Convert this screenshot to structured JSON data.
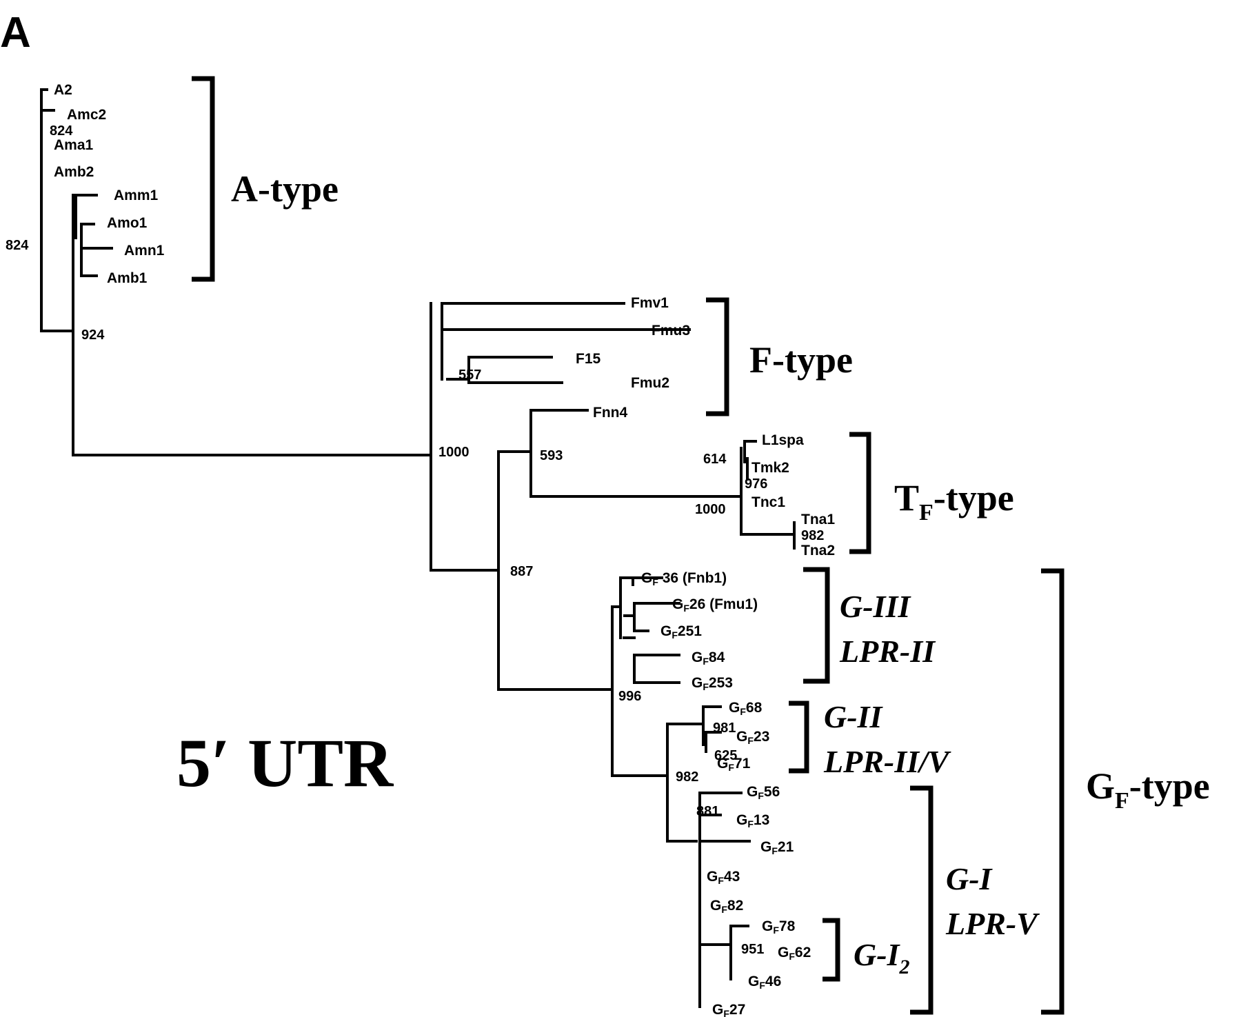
{
  "figure": {
    "panel_letter": "A",
    "region_label": "5′ UTR",
    "type": "phylogenetic tree (neighbor-joining, bootstrap values per 1000)"
  },
  "leaves": [
    {
      "id": "A2",
      "label": "A2"
    },
    {
      "id": "Amc2",
      "label": "Amc2"
    },
    {
      "id": "Ama1",
      "label": "Ama1"
    },
    {
      "id": "Amb2",
      "label": "Amb2"
    },
    {
      "id": "Amm1",
      "label": "Amm1"
    },
    {
      "id": "Amo1",
      "label": "Amo1"
    },
    {
      "id": "Amn1",
      "label": "Amn1"
    },
    {
      "id": "Amb1",
      "label": "Amb1"
    },
    {
      "id": "Fmv1",
      "label": "Fmv1"
    },
    {
      "id": "Fmu3",
      "label": "Fmu3"
    },
    {
      "id": "F15",
      "label": "F15"
    },
    {
      "id": "Fmu2",
      "label": "Fmu2"
    },
    {
      "id": "Fnn4",
      "label": "Fnn4"
    },
    {
      "id": "L1spa",
      "label": "L1spa"
    },
    {
      "id": "Tmk2",
      "label": "Tmk2"
    },
    {
      "id": "Tnc1",
      "label": "Tnc1"
    },
    {
      "id": "Tna1",
      "label": "Tna1"
    },
    {
      "id": "Tna2",
      "label": "Tna2"
    },
    {
      "id": "GF36",
      "prefix": "G",
      "sub": "F",
      "label": " 36 (Fnb1)"
    },
    {
      "id": "GF26",
      "prefix": "G",
      "sub": "F",
      "label": "26 (Fmu1)"
    },
    {
      "id": "GF251",
      "prefix": "G",
      "sub": "F",
      "label": "251"
    },
    {
      "id": "GF84",
      "prefix": "G",
      "sub": "F",
      "label": "84"
    },
    {
      "id": "GF253",
      "prefix": "G",
      "sub": "F",
      "label": "253"
    },
    {
      "id": "GF68",
      "prefix": "G",
      "sub": "F",
      "label": "68"
    },
    {
      "id": "GF23",
      "prefix": "G",
      "sub": "F",
      "label": "23"
    },
    {
      "id": "GF71",
      "prefix": "G",
      "sub": "F",
      "label": "71"
    },
    {
      "id": "GF56",
      "prefix": "G",
      "sub": "F",
      "label": "56"
    },
    {
      "id": "GF13",
      "prefix": "G",
      "sub": "F",
      "label": "13"
    },
    {
      "id": "GF21",
      "prefix": "G",
      "sub": "F",
      "label": "21"
    },
    {
      "id": "GF43",
      "prefix": "G",
      "sub": "F",
      "label": "43"
    },
    {
      "id": "GF82",
      "prefix": "G",
      "sub": "F",
      "label": "82"
    },
    {
      "id": "GF78",
      "prefix": "G",
      "sub": "F",
      "label": "78"
    },
    {
      "id": "GF62",
      "prefix": "G",
      "sub": "F",
      "label": "62"
    },
    {
      "id": "GF46",
      "prefix": "G",
      "sub": "F",
      "label": "46"
    },
    {
      "id": "GF27",
      "prefix": "G",
      "sub": "F",
      "label": "27"
    }
  ],
  "bootstrap_values": [
    {
      "id": "b824a",
      "value": "824",
      "node": "A2/Amc2/Ama1/Amb2 clade"
    },
    {
      "id": "b824b",
      "value": "824",
      "node": "A-type outer clade"
    },
    {
      "id": "b924",
      "value": "924",
      "node": "Amm1/Amo1/Amn1/Amb1 clade"
    },
    {
      "id": "b557",
      "value": "557",
      "node": "F15/Fmu2"
    },
    {
      "id": "b1000a",
      "value": "1000",
      "node": "non-A clade root"
    },
    {
      "id": "b593",
      "value": "593",
      "node": "Fnn4 + TF-type"
    },
    {
      "id": "b614",
      "value": "614",
      "node": "L1spa/Tmk2/Tnc1"
    },
    {
      "id": "b976",
      "value": "976",
      "node": "Tmk2/Tnc1"
    },
    {
      "id": "b1000b",
      "value": "1000",
      "node": "TF-type"
    },
    {
      "id": "b982a",
      "value": "982",
      "node": "Tna1/Tna2"
    },
    {
      "id": "b887",
      "value": "887",
      "node": "TF + GF clade"
    },
    {
      "id": "b996",
      "value": "996",
      "node": "GF-type"
    },
    {
      "id": "b981",
      "value": "981",
      "node": "GF68/GF23/GF71"
    },
    {
      "id": "b625",
      "value": "625",
      "node": "GF23/GF71"
    },
    {
      "id": "b982b",
      "value": "982",
      "node": "G-II + G-I"
    },
    {
      "id": "b881",
      "value": "881",
      "node": "GF56/GF13"
    },
    {
      "id": "b951",
      "value": "951",
      "node": "G-I2"
    }
  ],
  "type_brackets": [
    {
      "id": "A-type",
      "main": "A-type",
      "sub": ""
    },
    {
      "id": "F-type",
      "main": "F-type",
      "sub": ""
    },
    {
      "id": "TF-type",
      "main_pre": "T",
      "sub": "F",
      "main_post": "-type"
    },
    {
      "id": "GF-type",
      "main_pre": "G",
      "sub": "F",
      "main_post": "-type"
    }
  ],
  "group_brackets": [
    {
      "id": "G-III",
      "line1": "G-III",
      "line2": "LPR-II"
    },
    {
      "id": "G-II",
      "line1": "G-II",
      "line2": "LPR-II/V"
    },
    {
      "id": "G-I",
      "line1": "G-I",
      "line2": "LPR-V"
    },
    {
      "id": "G-I2",
      "line1_pre": "G-I",
      "line1_sub": "2"
    }
  ]
}
